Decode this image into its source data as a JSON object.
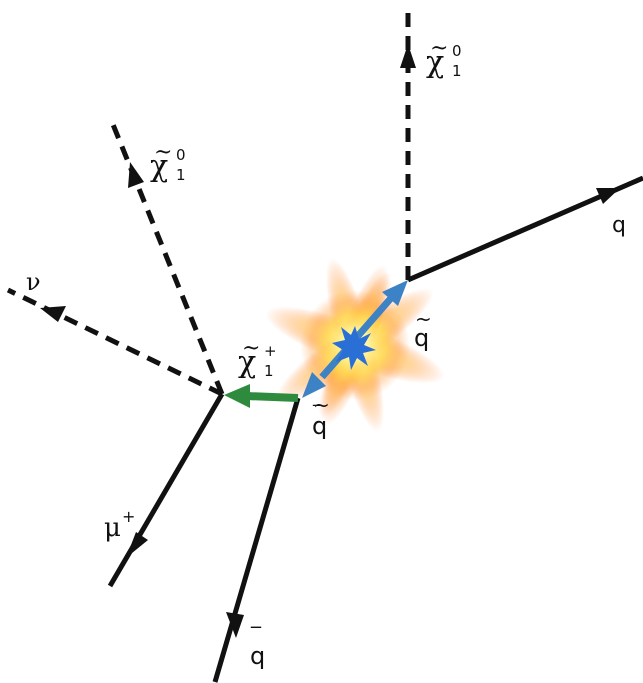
{
  "labels": {
    "chi_top_base": "χ",
    "chi_top_tilde": "~",
    "chi_top_sup": "0",
    "chi_top_sub": "1",
    "chi_left_base": "χ",
    "chi_left_tilde": "~",
    "chi_left_sup": "0",
    "chi_left_sub": "1",
    "q_right": "q",
    "nu": "ν",
    "chargino_base": "χ",
    "chargino_tilde": "~",
    "chargino_sup": "+",
    "chargino_sub": "1",
    "squark_base": "q",
    "squark_tilde": "~",
    "antisquark_base": "q",
    "antisquark_tilde": "~",
    "antisquark_bar": "‾",
    "muon_base": "μ",
    "muon_sup": "+",
    "qbar_base": "q",
    "qbar_bar": "‾"
  },
  "colors": {
    "line": "#111111",
    "squark_arrow": "#3d82c4",
    "chargino_arrow": "#2e8b3e",
    "star": "#2a6fd6",
    "glow_core": "#fff27a",
    "glow_outer": "#ff9a3c"
  }
}
